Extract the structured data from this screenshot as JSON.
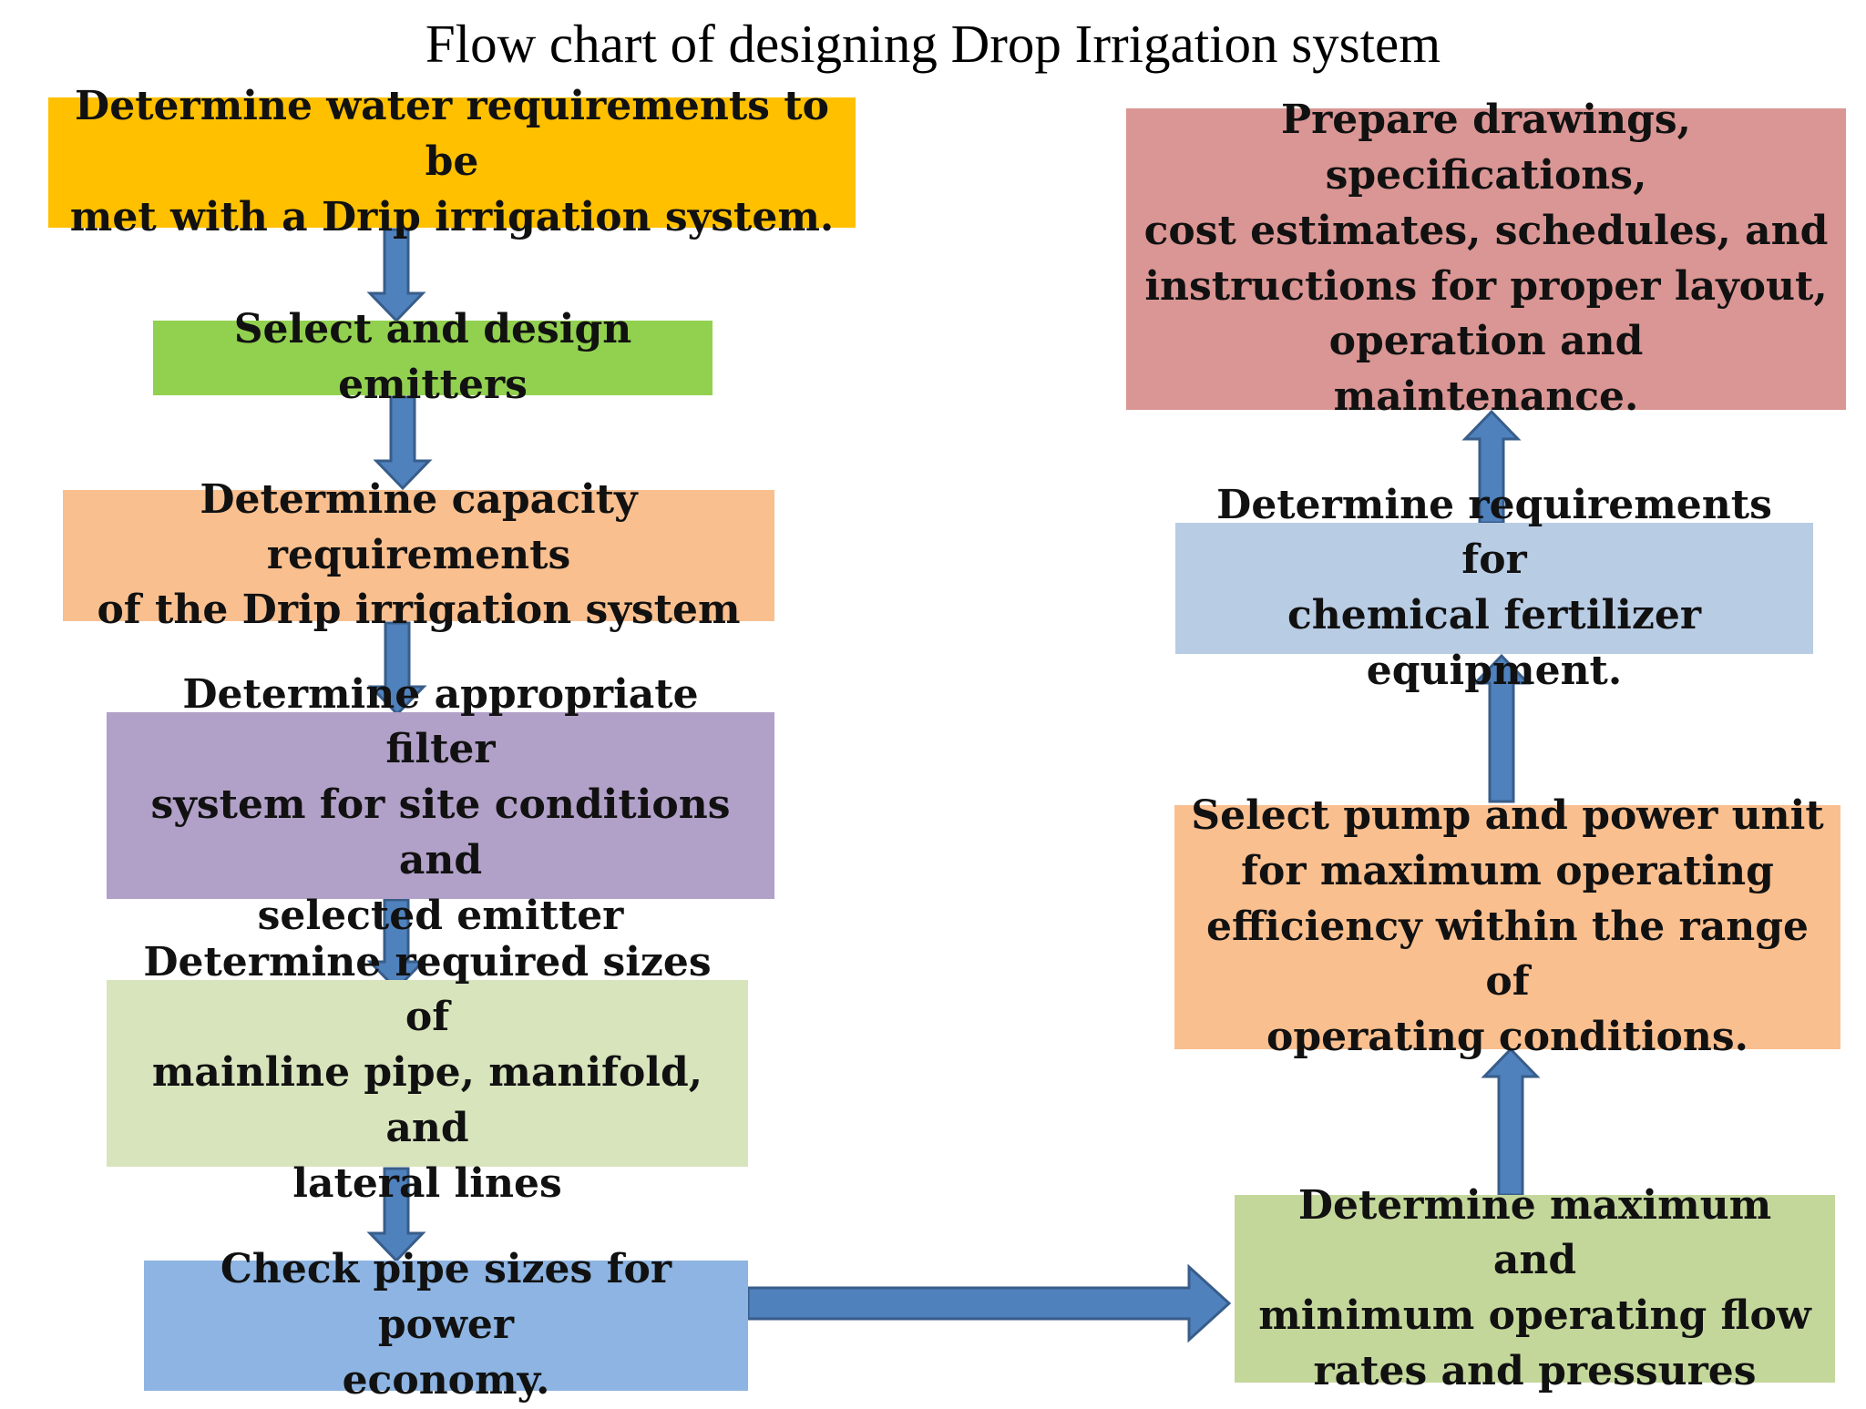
{
  "title": "Flow chart of designing Drop Irrigation system",
  "colors": {
    "arrow_fill": "#4f81bd",
    "arrow_stroke": "#385d8a"
  },
  "steps": [
    {
      "label": "Determine water requirements to be\nmet with a Drip irrigation system.",
      "color": "#ffc000"
    },
    {
      "label": "Select and design emitters",
      "color": "#92d050"
    },
    {
      "label": "Determine capacity requirements\nof the Drip irrigation system",
      "color": "#f9bf8f"
    },
    {
      "label": "Determine appropriate filter\nsystem for site conditions and\nselected emitter",
      "color": "#b1a0c7"
    },
    {
      "label": "Determine required sizes of\nmainline pipe, manifold, and\nlateral lines",
      "color": "#d8e4bc"
    },
    {
      "label": "Check pipe sizes for power\neconomy.",
      "color": "#8db4e2"
    },
    {
      "label": "Determine maximum and\nminimum operating flow\nrates and pressures",
      "color": "#c4d79b"
    },
    {
      "label": "Select pump and power unit\nfor maximum operating\nefficiency within the range of\noperating conditions.",
      "color": "#fabf8f"
    },
    {
      "label": "Determine requirements for\nchemical fertilizer equipment.",
      "color": "#b8cce4"
    },
    {
      "label": "Prepare drawings, specifications,\ncost estimates, schedules, and\ninstructions for proper layout,\noperation and\nmaintenance.",
      "color": "#da9694"
    }
  ]
}
